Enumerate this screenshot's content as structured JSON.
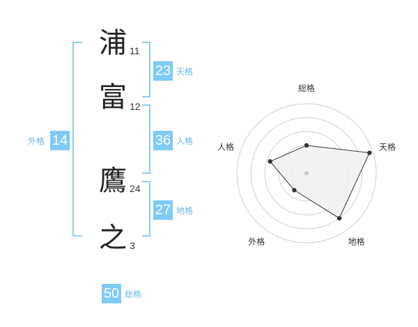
{
  "name": {
    "chars": [
      {
        "char": "浦",
        "strokes": "11"
      },
      {
        "char": "富",
        "strokes": "12"
      },
      {
        "char": "鷹",
        "strokes": "24"
      },
      {
        "char": "之",
        "strokes": "3"
      }
    ]
  },
  "kaku": {
    "tenkaku": {
      "value": "23",
      "label": "天格"
    },
    "jinkaku": {
      "value": "36",
      "label": "人格"
    },
    "chikaku": {
      "value": "27",
      "label": "地格"
    },
    "gaikaku": {
      "value": "14",
      "label": "外格"
    },
    "soukaku": {
      "value": "50",
      "label": "総格"
    }
  },
  "chart_data": {
    "type": "radar",
    "axes": [
      "総格",
      "天格",
      "地格",
      "外格",
      "人格"
    ],
    "values": [
      0.4,
      0.95,
      0.8,
      0.3,
      0.55
    ],
    "max": 1,
    "rings": 5,
    "fill_color": "#f0f0f0",
    "line_color": "#333333"
  }
}
